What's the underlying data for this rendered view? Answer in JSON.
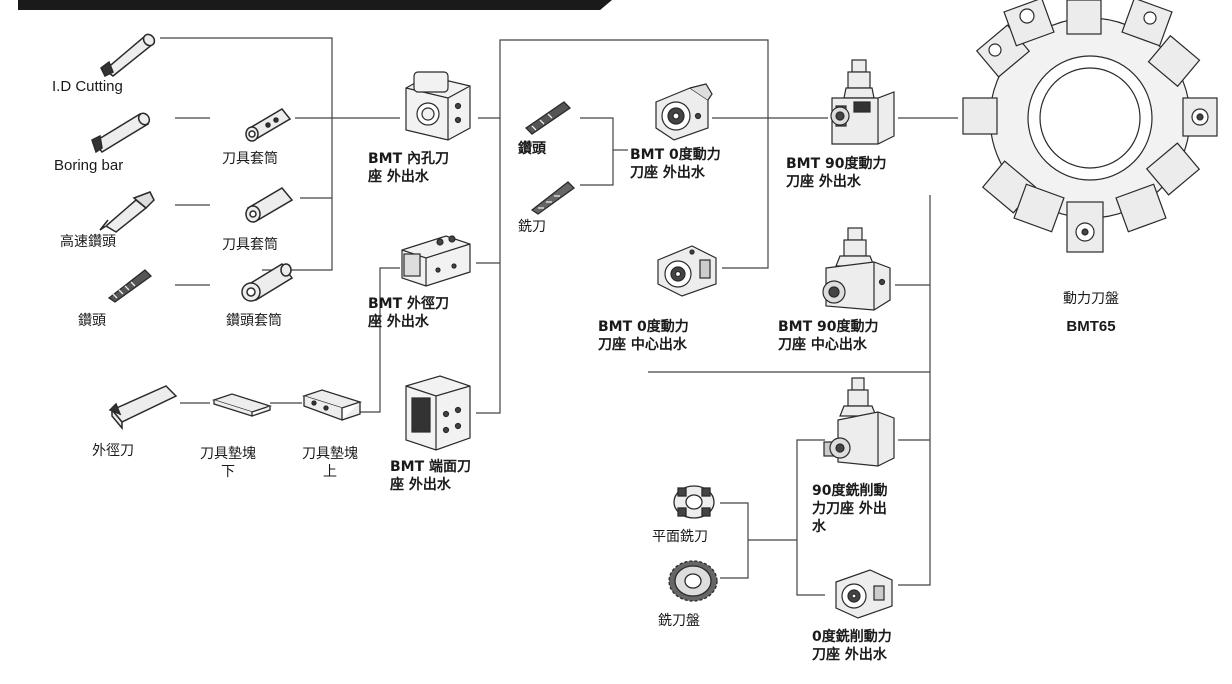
{
  "labels": {
    "id_cutting": "I.D Cutting",
    "boring_bar": "Boring bar",
    "high_speed_drill": "高速鑽頭",
    "drill_left": "鑽頭",
    "sleeve_1": "刀具套筒",
    "sleeve_2": "刀具套筒",
    "drill_sleeve": "鑽頭套筒",
    "bmt_bore_holder": "BMT 內孔刀\n座 外出水",
    "bmt_od_holder": "BMT 外徑刀\n座 外出水",
    "bmt_face_holder": "BMT 端面刀\n座 外出水",
    "od_tool": "外徑刀",
    "shim_lower": "刀具墊塊\n下",
    "shim_upper": "刀具墊塊\n上",
    "drill_mid": "鑽頭",
    "mill_cutter": "銑刀",
    "bmt_0deg_ext": "BMT  0度動力\n刀座 外出水",
    "bmt_0deg_center": "BMT  0度動力\n刀座 中心出水",
    "bmt_90deg_ext": "BMT 90度動力\n刀座  外出水",
    "bmt_90deg_center": "BMT  90度動力\n刀座 中心出水",
    "turret_name": "動力刀盤",
    "turret_model": "BMT65",
    "face_mill": "平面銑刀",
    "mill_disc": "銑刀盤",
    "mill_90deg": "90度銑削動\n力刀座 外出\n水",
    "mill_0deg": "0度銑削動力\n刀座 外出水"
  },
  "colors": {
    "line": "#444444",
    "part_fill": "#ededed",
    "part_stroke": "#2a2a2a",
    "header_bar": "#1a1a1a"
  }
}
